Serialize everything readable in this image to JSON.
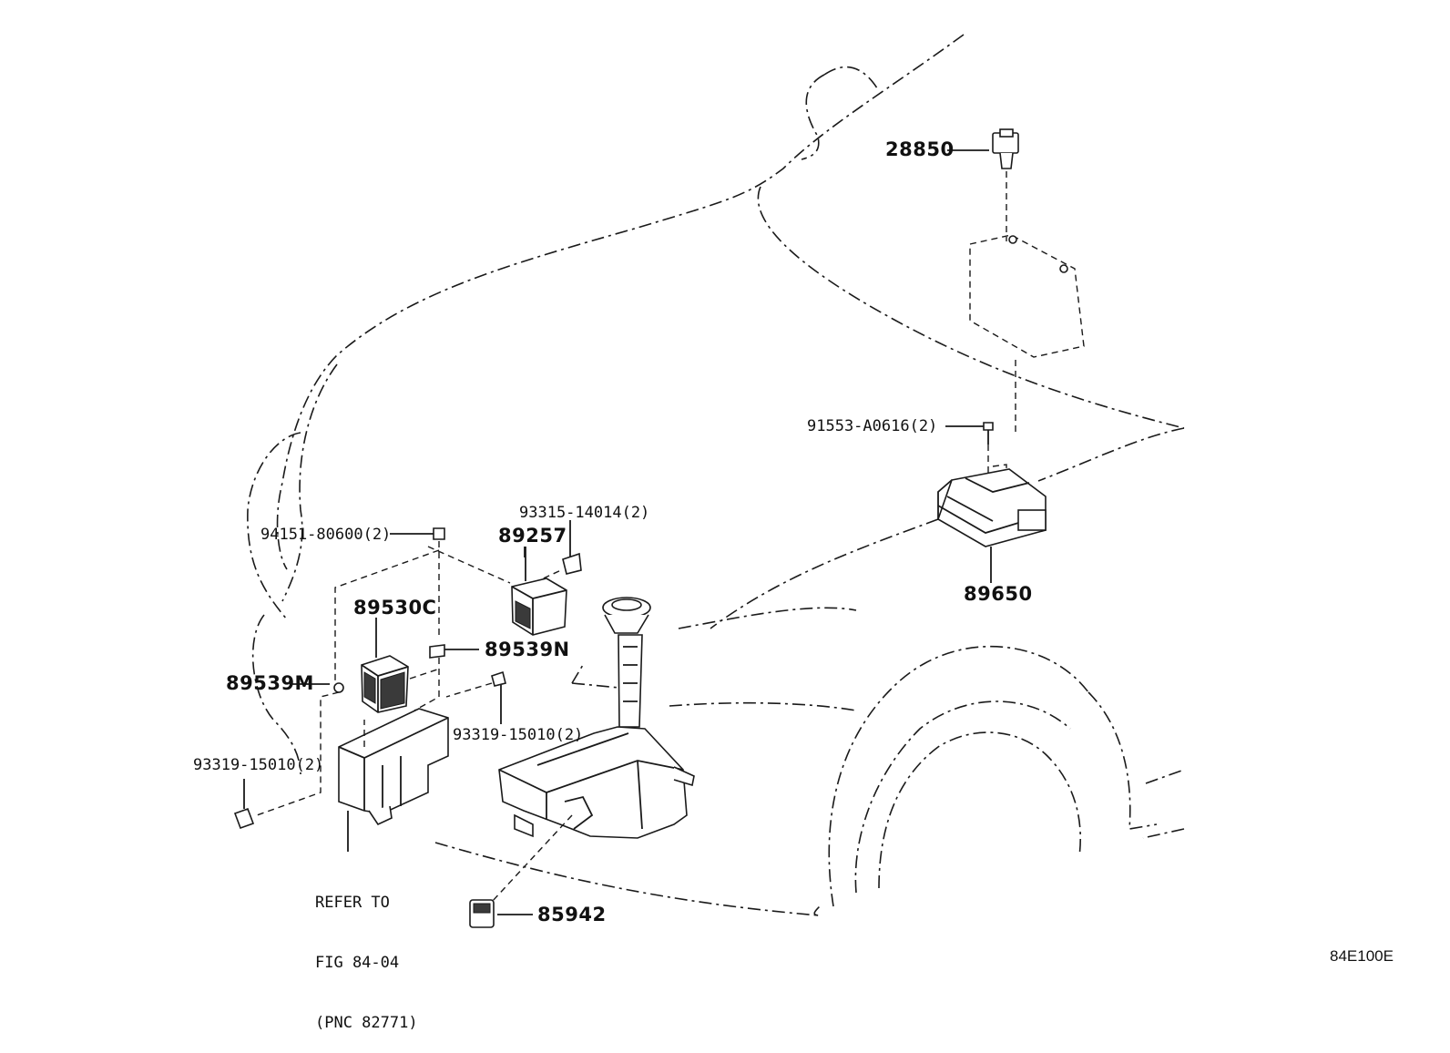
{
  "labels": {
    "p28850": "28850",
    "p91553": "91553-A0616(2)",
    "p89650": "89650",
    "p93315": "93315-14014(2)",
    "p89257": "89257",
    "p94151": "94151-80600(2)",
    "p89530c": "89530C",
    "p89539n": "89539N",
    "p89539m": "89539M",
    "p93319a": "93319-15010(2)",
    "p93319b": "93319-15010(2)",
    "p85942": "85942"
  },
  "note": {
    "line1": "REFER TO",
    "line2": "FIG 84-04",
    "line3": "(PNC 82771)"
  },
  "figure_code": "84E100E",
  "icons": {
    "sensor": "sensor-bracket-icon",
    "ecu": "control-module-icon",
    "relay": "relay-icon",
    "bolt": "bolt-icon",
    "tank": "washer-tank-icon",
    "pump": "washer-pump-icon"
  }
}
